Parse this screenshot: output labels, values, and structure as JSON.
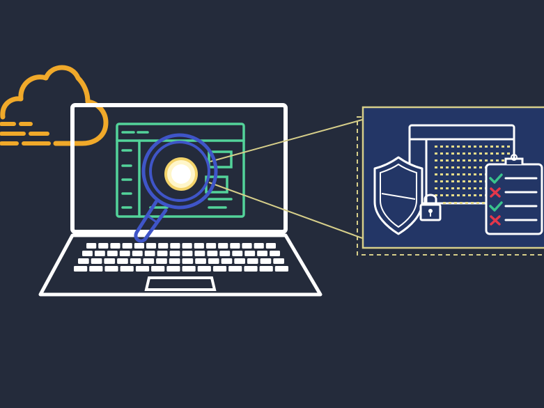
{
  "colors": {
    "background": "#242b3b",
    "cloud": "#f0a92a",
    "laptop_outline": "#ffffff",
    "screen_window": "#53d39a",
    "magnifier": "#3f55c8",
    "lens_glow": "#fff6c9",
    "callout_line": "#d7cf8a",
    "panel_border": "#d7cf8a",
    "panel_fill": "#233666",
    "icon_outline": "#ffffff",
    "check_mark": "#39c28c",
    "cross_mark": "#e3374b",
    "dots": "#e8dd8a"
  },
  "icons": {
    "cloud": "cloud-icon",
    "laptop": "laptop-icon",
    "magnifier": "magnifying-glass-icon",
    "shield": "shield-icon",
    "lock": "padlock-icon",
    "clipboard": "checklist-clipboard-icon",
    "table": "data-table-icon"
  },
  "checklist": [
    {
      "status": "pass"
    },
    {
      "status": "fail"
    },
    {
      "status": "pass"
    },
    {
      "status": "fail"
    }
  ]
}
